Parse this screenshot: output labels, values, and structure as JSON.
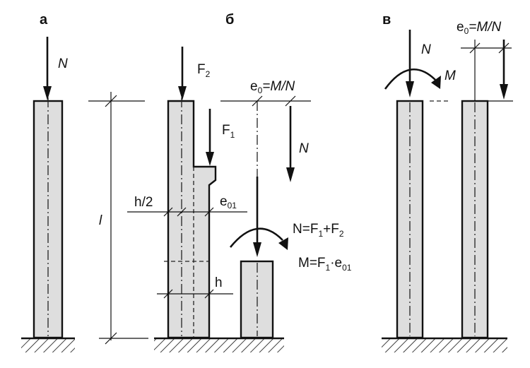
{
  "panels": {
    "a": {
      "label": "а",
      "force": "N"
    },
    "b": {
      "label": "б",
      "force_top": "F",
      "force_top_sub": "2",
      "force_mid": "F",
      "force_mid_sub": "1",
      "eccentricity_prefix": "e",
      "eccentricity_sub": "0",
      "eccentricity_value": "=M/N",
      "force_right": "N",
      "half_depth": "h/2",
      "offset_label": "e",
      "offset_sub": "01",
      "length_label": "l",
      "depth_label": "h",
      "eq_N": "N=F",
      "eq_N_sub1": "1",
      "eq_N_plus": "+F",
      "eq_N_sub2": "2",
      "eq_M": "M=F",
      "eq_M_sub1": "1",
      "eq_M_dot": "·e",
      "eq_M_sub2": "01"
    },
    "v": {
      "label": "в",
      "force": "N",
      "moment": "M",
      "eccentricity_prefix": "e",
      "eccentricity_sub": "0",
      "eccentricity_value": "=M/N"
    }
  },
  "colors": {
    "ink": "#111111",
    "column_fill": "#dedede",
    "background": "#ffffff"
  }
}
